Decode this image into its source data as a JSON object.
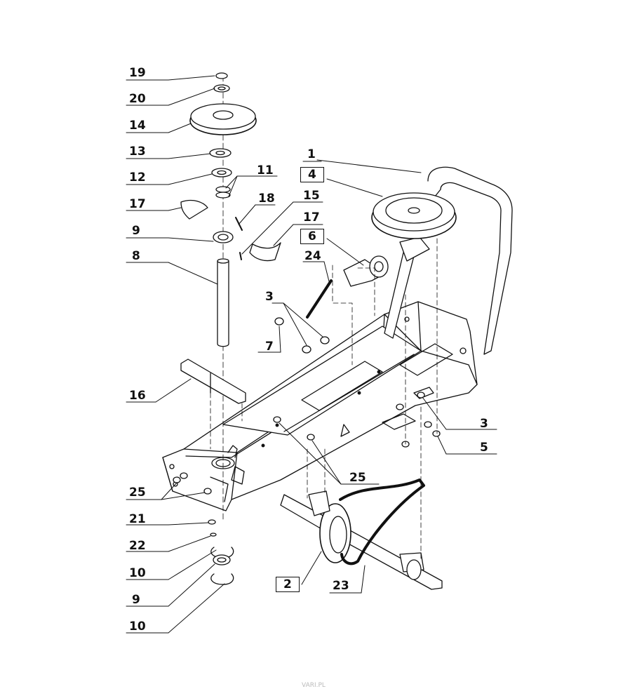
{
  "diagram": {
    "labels": {
      "p1": "1",
      "p2": "2",
      "p3a": "3",
      "p3b": "3",
      "p4": "4",
      "p5": "5",
      "p6": "6",
      "p7": "7",
      "p8": "8",
      "p9a": "9",
      "p9b": "9",
      "p10a": "10",
      "p10b": "10",
      "p11": "11",
      "p12": "12",
      "p13": "13",
      "p14": "14",
      "p15": "15",
      "p16": "16",
      "p17a": "17",
      "p17b": "17",
      "p18": "18",
      "p19": "19",
      "p20": "20",
      "p21": "21",
      "p22": "22",
      "p23": "23",
      "p24": "24",
      "p25a": "25",
      "p25b": "25"
    },
    "watermark": "VARI.PL"
  }
}
